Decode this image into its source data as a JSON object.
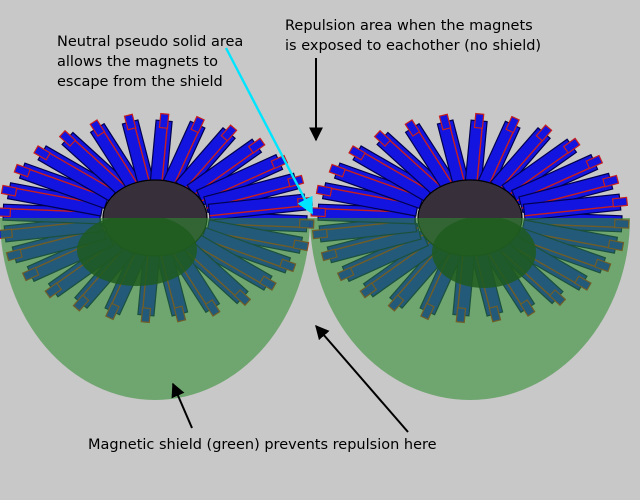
{
  "annotations": {
    "neutral_area": {
      "lines": [
        "Neutral pseudo solid area",
        "allows the magnets to",
        "escape from the shield"
      ]
    },
    "repulsion_area": {
      "lines": [
        "Repulsion area when the magnets",
        "is exposed to eachother (no shield)"
      ]
    },
    "magnetic_shield": {
      "text": "Magnetic shield (green) prevents repulsion here"
    }
  },
  "colors": {
    "background": "#c8c8c8",
    "magnet": "#1414e0",
    "magnet_edge": "#000050",
    "stripe": "#c81e1e",
    "hub": "#37303a",
    "shield": "#2e8b2e",
    "cyan_arrow": "#00e5ff",
    "black_arrow": "#000000"
  }
}
